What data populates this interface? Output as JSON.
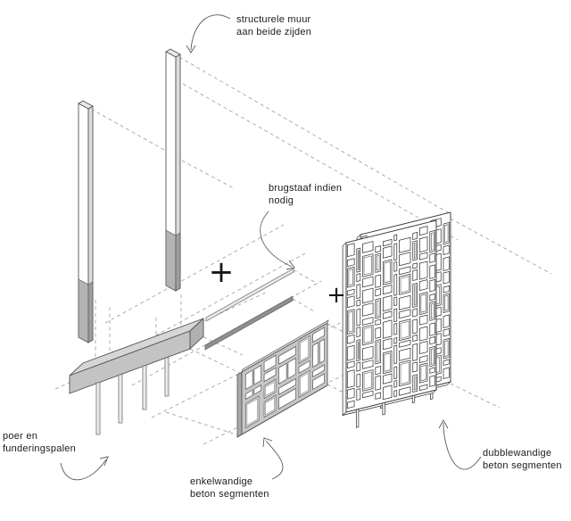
{
  "figure": {
    "kind": "exploded-axonometric-construction-diagram",
    "language": "nl",
    "background": "#ffffff",
    "annotations": {
      "structural_wall": {
        "line1": "structurele muur",
        "line2": "aan beide zijden"
      },
      "bridge_bar": {
        "line1": "brugstaaf indien",
        "line2": "nodig"
      },
      "footing": {
        "line1": "poer en",
        "line2": "funderingspalen"
      },
      "single_wall": {
        "line1": "enkelwandige",
        "line2": "beton segmenten"
      },
      "double_wall": {
        "line1": "dubblewandige",
        "line2": "beton segmenten"
      }
    },
    "plus_signs": {
      "first": "+",
      "second": "+"
    },
    "colors": {
      "concrete_gray": "#c3c3c3",
      "column_gray": "#b3b3b3",
      "outline": "#555555",
      "dashed_line": "#9a9a9a",
      "text": "#1a1a1a"
    }
  }
}
